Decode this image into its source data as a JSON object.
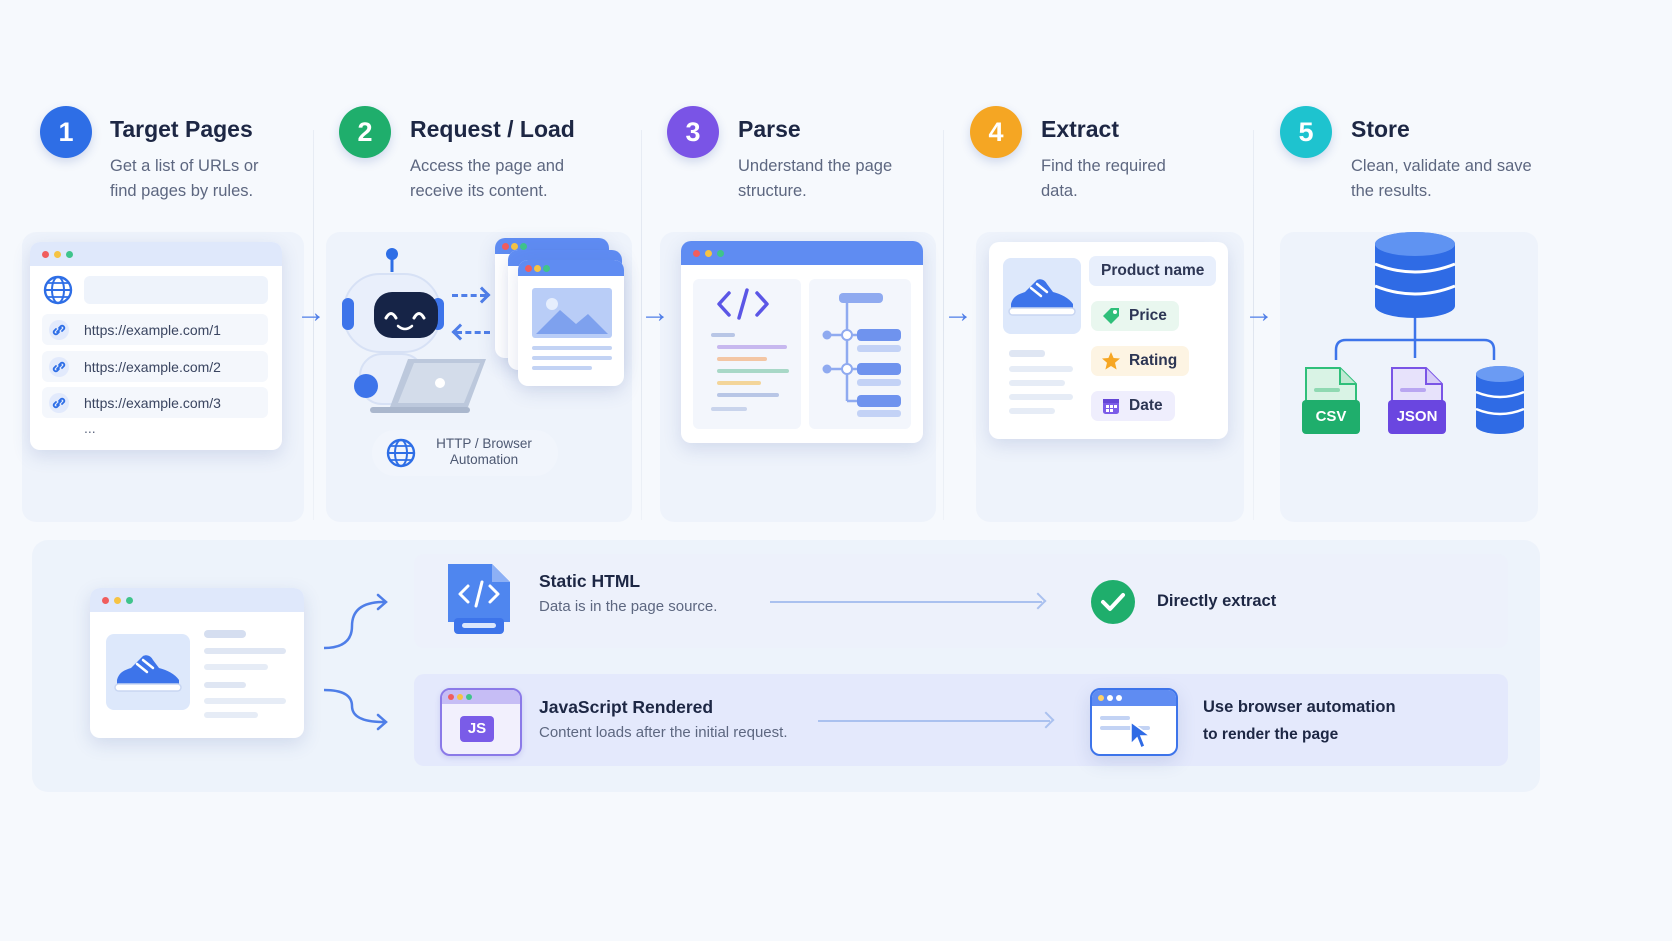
{
  "steps": [
    {
      "num": "1",
      "title": "Target Pages",
      "desc": "Get a list of URLs or find pages by rules.",
      "color": "#2e6ee6"
    },
    {
      "num": "2",
      "title": "Request / Load",
      "desc": "Access the page and receive its content.",
      "color": "#1fae6c"
    },
    {
      "num": "3",
      "title": "Parse",
      "desc": "Understand the page structure.",
      "color": "#7a54e6"
    },
    {
      "num": "4",
      "title": "Extract",
      "desc": "Find the required data.",
      "color": "#f5a623"
    },
    {
      "num": "5",
      "title": "Store",
      "desc": "Clean, validate and save the results.",
      "color": "#1ec3cf"
    }
  ],
  "urls": [
    "https://example.com/1",
    "https://example.com/2",
    "https://example.com/3"
  ],
  "url_more": "...",
  "request_caption": "HTTP / Browser Automation",
  "extract_fields": [
    "Product name",
    "Price",
    "Rating",
    "Date"
  ],
  "store_formats": [
    "CSV",
    "JSON"
  ],
  "js_badge": "JS",
  "lanes": {
    "static": {
      "title": "Static HTML",
      "sub": "Data is in the page source.",
      "result": "Directly extract"
    },
    "js": {
      "title": "JavaScript Rendered",
      "sub": "Content loads after the initial request.",
      "result_line1": "Use browser automation",
      "result_line2": "to render the page"
    }
  },
  "icons": [
    "globe-icon",
    "link-icon",
    "robot-icon",
    "laptop-icon",
    "image-icon",
    "code-icon",
    "tree-icon",
    "sneaker-icon",
    "tag-icon",
    "star-icon",
    "calendar-icon",
    "database-icon",
    "file-icon",
    "check-icon",
    "cursor-icon"
  ]
}
